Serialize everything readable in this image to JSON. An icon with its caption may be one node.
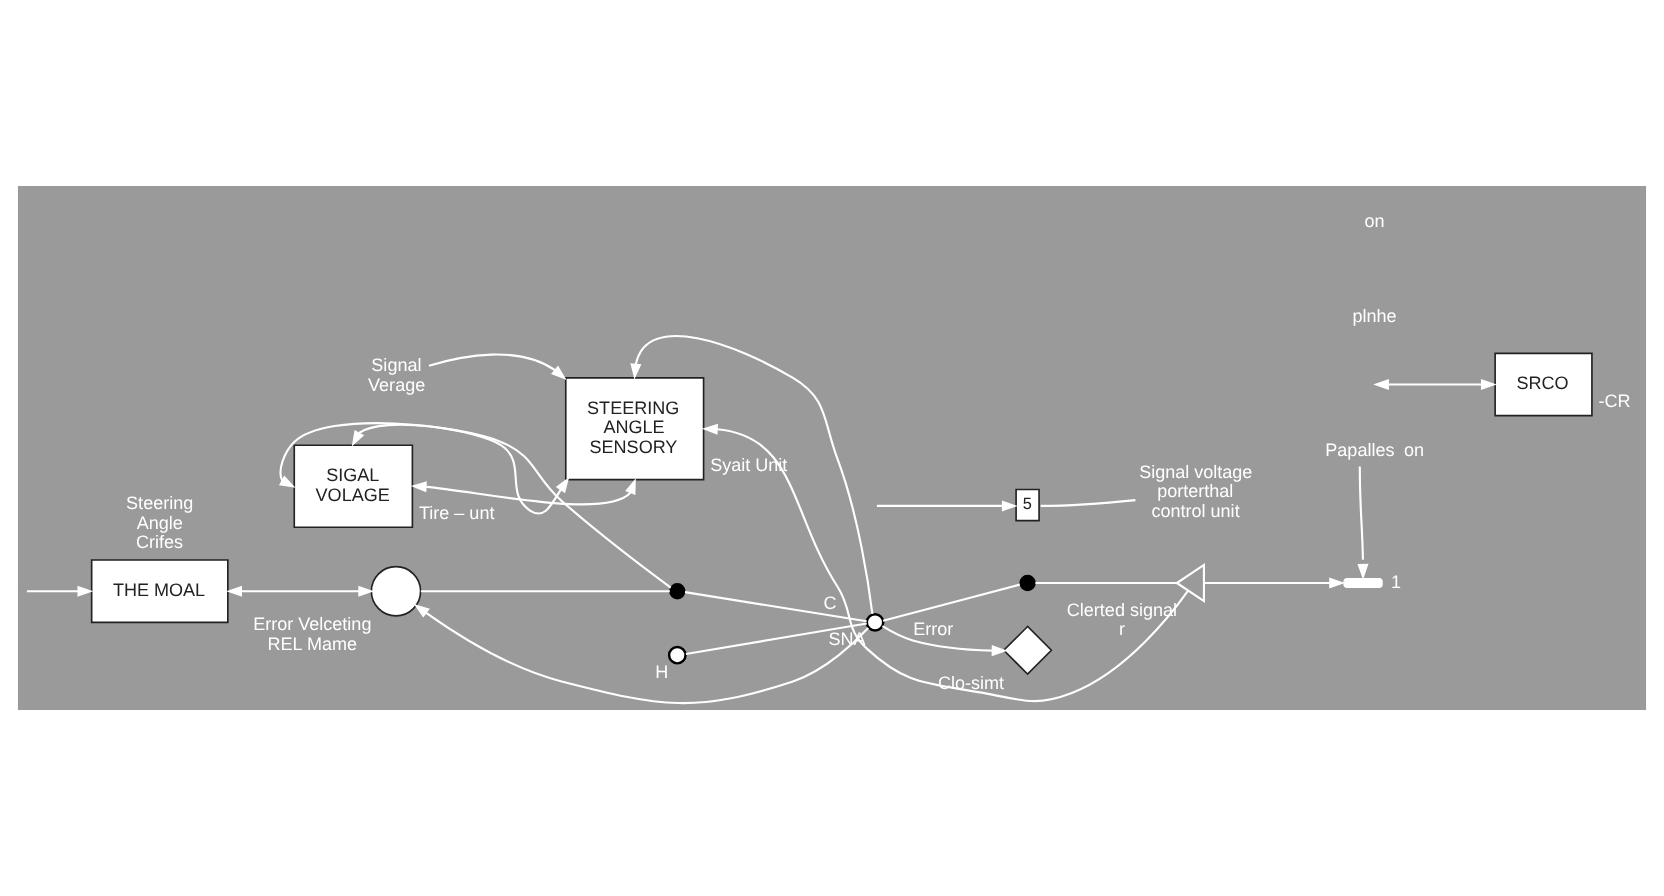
{
  "diagram": {
    "nodes": [
      {
        "text": [
          "Steering Angle Crifes",
          "THE MOAL"
        ]
      },
      {
        "text": [
          "Error Velceting"
        ],
        "beside": [
          "REL Mame"
        ]
      },
      {
        "text": [],
        "shape": "circle"
      },
      {
        "text": [],
        "shape": "circle",
        "beside": [
          "H"
        ]
      },
      {
        "text": [],
        "shape": "circle",
        "beside": [
          "SNA"
        ]
      },
      {
        "text": [],
        "shape": "circle"
      },
      {
        "text": [],
        "shape": "triangle",
        "beside": [
          "Clerted signal",
          "r"
        ]
      },
      {
        "text": [],
        "shape": "bar",
        "beside": [
          "1"
        ]
      },
      {
        "text": [
          "SRCO"
        ],
        "beside": [
          "-CR"
        ]
      },
      {
        "text": [
          "Signal Verage"
        ]
      },
      {
        "text": [
          "STEERING ANGLE SENSORY"
        ],
        "beside": [
          "Syait Unit"
        ]
      },
      {
        "text": [
          "Papalles"
        ],
        "beside": [
          "on"
        ]
      },
      {
        "text": [],
        "shape": "diamond",
        "beside": [
          "Clo-simt"
        ]
      },
      {
        "text": [
          "5"
        ]
      },
      {
        "text": [
          "SIGAL VOLAGE"
        ],
        "beside": [
          "Tire – unt"
        ]
      },
      {
        "text": [
          "Signal voltage porterthal control unit"
        ]
      }
    ],
    "edges": [
      {
        "from": null,
        "to": 0,
        "arrow": "to"
      },
      {
        "from": 0,
        "to": 1,
        "arrow": "both"
      },
      {
        "from": 1,
        "to": 2,
        "arrow": "none"
      },
      {
        "from": 2,
        "to": 14,
        "arrow": "to"
      },
      {
        "from": 2,
        "to": 4,
        "arrow": "none",
        "label": "C"
      },
      {
        "from": 4,
        "to": 1,
        "arrow": "to"
      },
      {
        "from": 3,
        "to": 4,
        "arrow": "none"
      },
      {
        "from": 4,
        "to": 5,
        "arrow": "none"
      },
      {
        "from": 5,
        "to": 6,
        "arrow": "none"
      },
      {
        "from": 4,
        "to": 10,
        "arrow": "to"
      },
      {
        "from": 4,
        "to": 12,
        "arrow": "to",
        "label": "Error"
      },
      {
        "from": 6,
        "to": 7,
        "arrow": "to"
      },
      {
        "from": 6,
        "to": 10,
        "arrow": "to"
      },
      {
        "from": 11,
        "to": 7,
        "arrow": "to"
      },
      {
        "from": null,
        "to": 8,
        "arrow": "both"
      },
      {
        "from": 9,
        "to": 10,
        "arrow": "to"
      },
      {
        "from": 10,
        "to": 14,
        "arrow": "both"
      },
      {
        "from": 14,
        "to": 10,
        "arrow": "both"
      },
      {
        "from": null,
        "to": 13,
        "arrow": "to"
      },
      {
        "from": 15,
        "to": 13,
        "arrow": "none"
      }
    ],
    "labels": [
      "plnhe",
      "on"
    ]
  }
}
